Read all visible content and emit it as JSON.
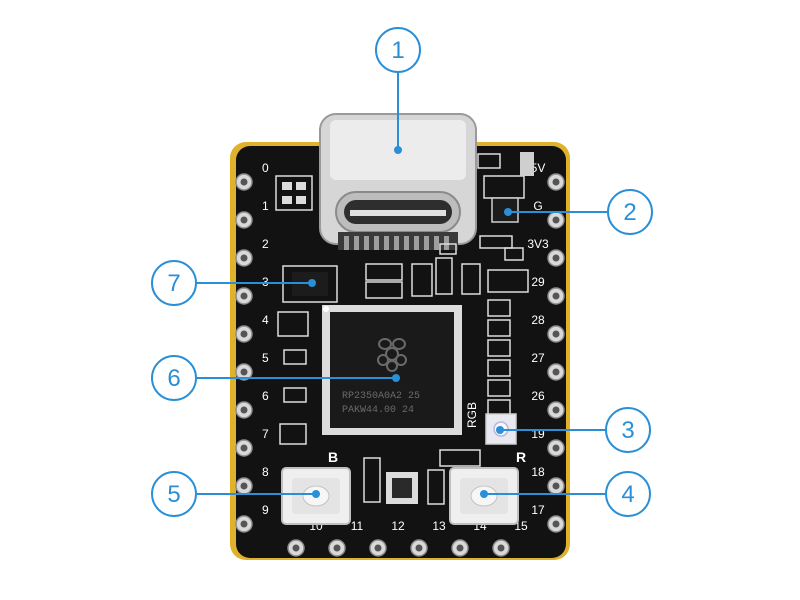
{
  "board": {
    "left_pins": [
      "0",
      "1",
      "2",
      "3",
      "4",
      "5",
      "6",
      "7",
      "8",
      "9"
    ],
    "right_pins": [
      "5V",
      "G",
      "3V3",
      "29",
      "28",
      "27",
      "26",
      "19",
      "18",
      "17"
    ],
    "bottom_pins": [
      "10",
      "11",
      "12",
      "13",
      "14",
      "15"
    ],
    "led_label": "RGB",
    "boot_button_label": "B",
    "reset_button_label": "R",
    "chip_line1": "RP2350A0A2 25",
    "chip_line2": "PAKW44.00  24"
  },
  "callouts": [
    {
      "number": "1",
      "target": "usb-c-connector"
    },
    {
      "number": "2",
      "target": "power-regulator"
    },
    {
      "number": "3",
      "target": "rgb-led"
    },
    {
      "number": "4",
      "target": "reset-button"
    },
    {
      "number": "5",
      "target": "boot-button"
    },
    {
      "number": "6",
      "target": "rp2350-chip"
    },
    {
      "number": "7",
      "target": "flash-chip"
    }
  ],
  "colors": {
    "accent": "#2a8fd6",
    "pcb": "#121212",
    "pad_gold": "#e0b12a",
    "pin_silver": "#d9d9d9"
  }
}
